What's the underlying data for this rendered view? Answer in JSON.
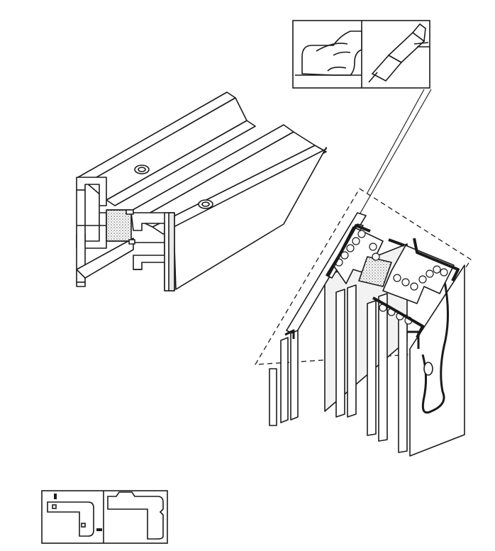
{
  "figure": {
    "views": [
      {
        "id": "profile-overview",
        "label": ""
      },
      {
        "id": "cutaway-detail",
        "label": ""
      },
      {
        "id": "inset-installation",
        "label": ""
      },
      {
        "id": "cross-section-sketch",
        "label": ""
      }
    ]
  },
  "colors": {
    "line": "#1a1a1a",
    "fill": "#ffffff",
    "shade": "#e9e9e9",
    "insulation": "#bdbdbd",
    "background": "#ffffff"
  }
}
